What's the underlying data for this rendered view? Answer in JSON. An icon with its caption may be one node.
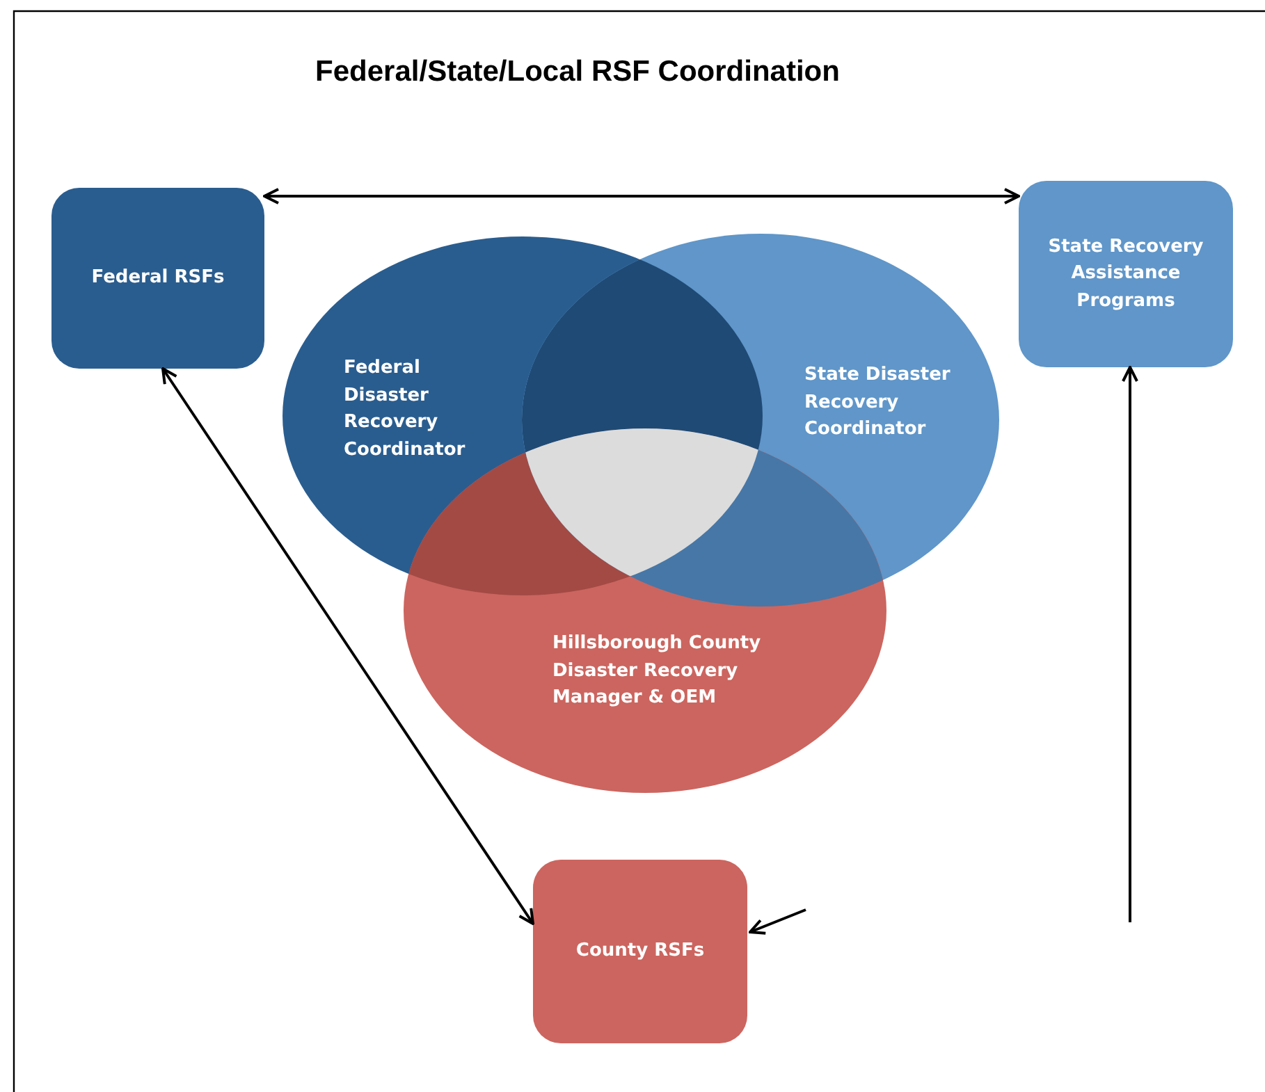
{
  "diagram": {
    "title": "Federal/State/Local RSF Coordination",
    "nodes": [
      {
        "text": [
          "Federal RSFs"
        ]
      },
      {
        "text": [
          "State Recovery Assistance Programs"
        ]
      },
      {
        "text": [
          "Federal Disaster Recovery Coordinator"
        ]
      },
      {
        "text": [
          "State Disaster Recovery Coordinator"
        ]
      },
      {
        "text": [
          "Hillsborough County Disaster Recovery Manager & OEM"
        ]
      },
      {
        "text": [
          "County RSFs"
        ]
      }
    ],
    "edges": [
      {
        "from": 0,
        "to": 1,
        "arrow": "both"
      },
      {
        "from": 0,
        "to": 5,
        "arrow": "both"
      },
      {
        "from": null,
        "to": 1,
        "arrow": "to"
      },
      {
        "from": null,
        "to": 5,
        "arrow": "to"
      }
    ]
  }
}
